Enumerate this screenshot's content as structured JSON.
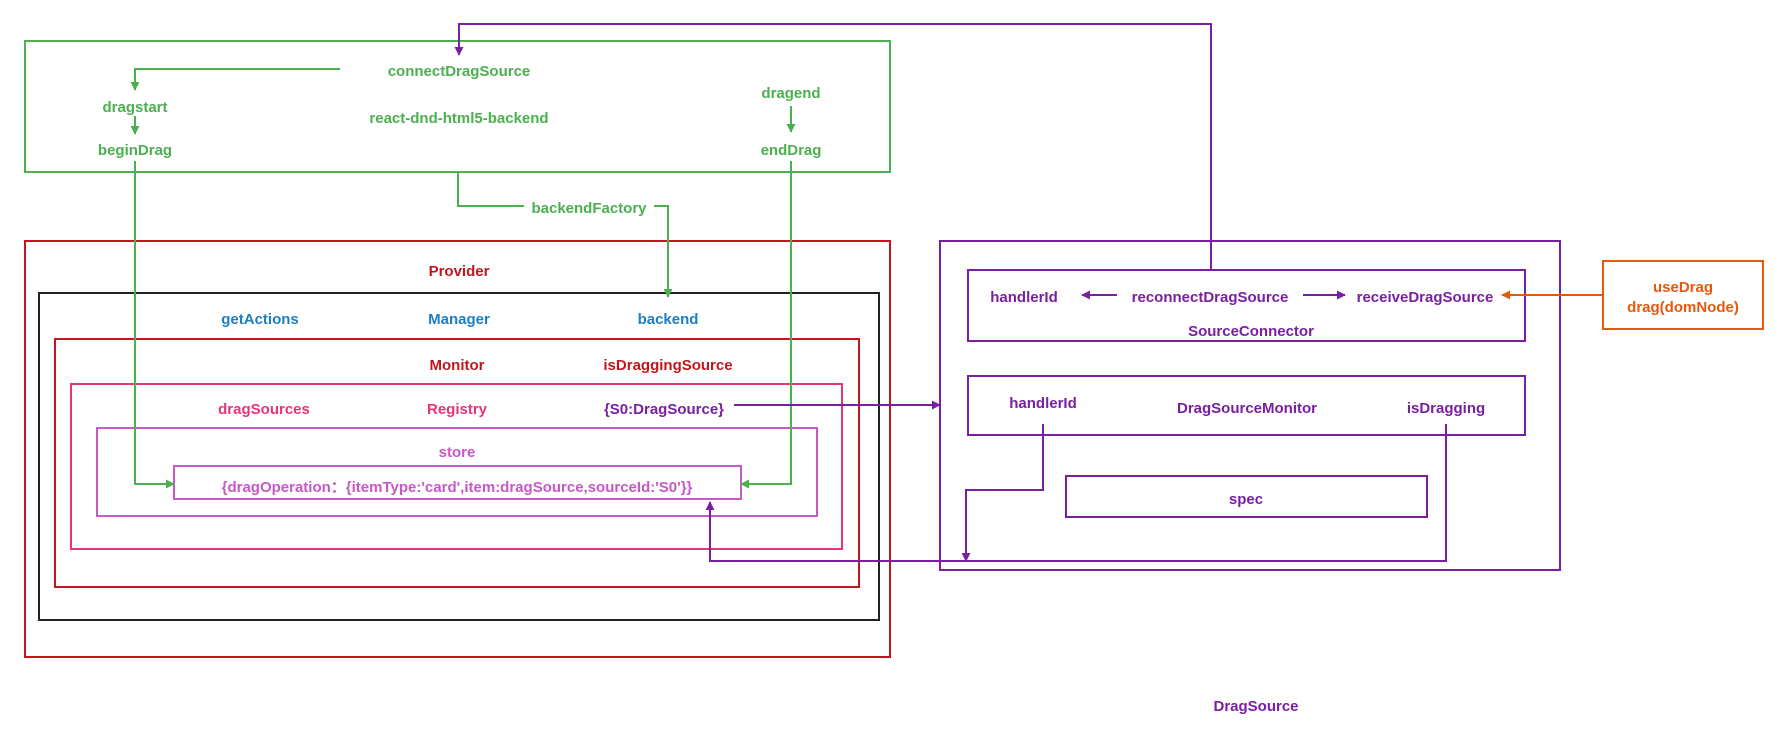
{
  "colors": {
    "green": "#4caf50",
    "red": "#c0171c",
    "black": "#222222",
    "blue": "#1a7fc4",
    "pink": "#e8337a",
    "violet": "#c858c8",
    "purple": "#7a1fa2",
    "orange": "#e8580c"
  },
  "backend_group": {
    "title": "react-dnd-html5-backend",
    "connect_drag_source": "connectDragSource",
    "dragstart": "dragstart",
    "begin_drag": "beginDrag",
    "dragend": "dragend",
    "end_drag": "endDrag"
  },
  "backend_factory": "backendFactory",
  "provider": {
    "title": "Provider",
    "manager": {
      "title": "Manager",
      "get_actions": "getActions",
      "backend": "backend"
    },
    "monitor": {
      "title": "Monitor",
      "is_dragging_source": "isDraggingSource"
    },
    "registry": {
      "title": "Registry",
      "drag_sources": "dragSources",
      "entry": "{S0:DragSource}"
    },
    "store": {
      "title": "store",
      "state": "{dragOperation：{itemType:'card',item:dragSource,sourceId:'S0'}}"
    }
  },
  "drag_source": {
    "title": "DragSource",
    "source_connector": {
      "title": "SourceConnector",
      "handler_id": "handlerId",
      "reconnect": "reconnectDragSource",
      "receive": "receiveDragSource"
    },
    "monitor": {
      "title": "DragSourceMonitor",
      "handler_id": "handlerId",
      "is_dragging": "isDragging"
    },
    "spec": "spec"
  },
  "use_drag": {
    "title": "useDrag",
    "call": "drag(domNode)"
  }
}
